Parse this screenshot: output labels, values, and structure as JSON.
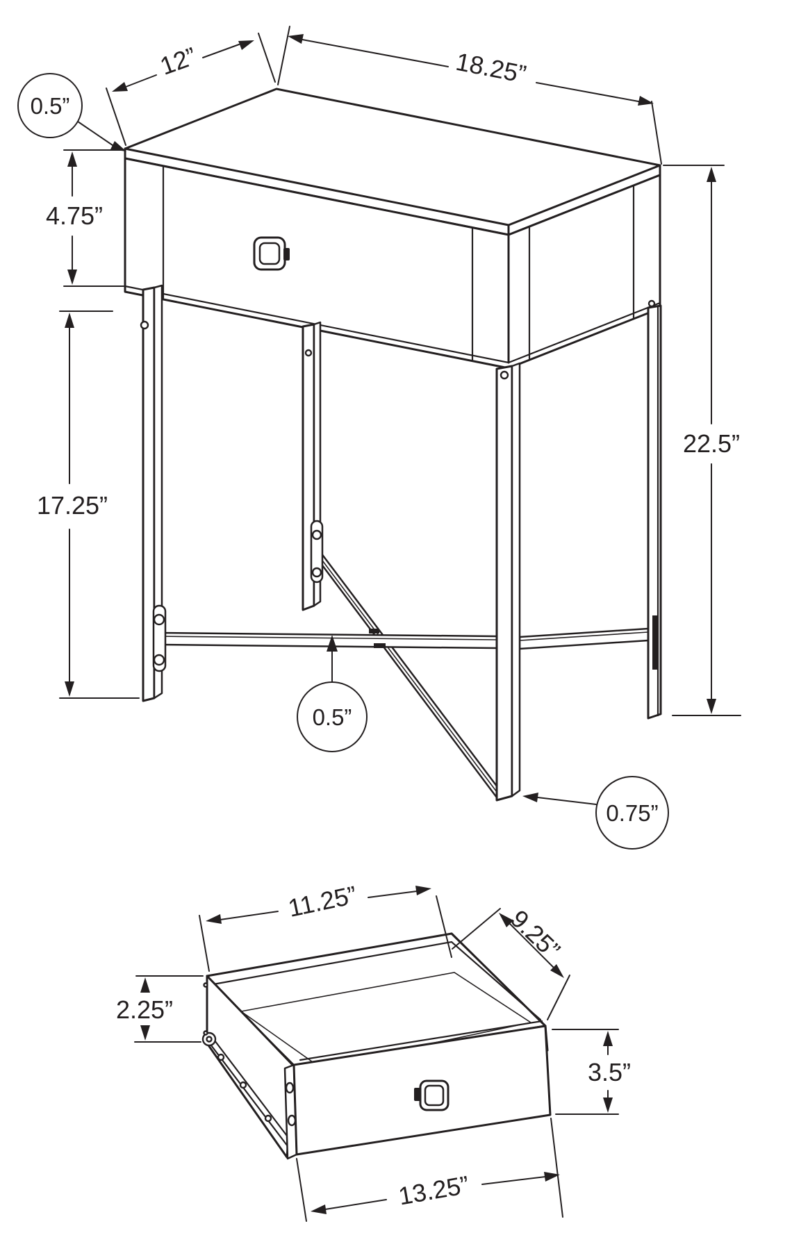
{
  "colors": {
    "line": "#231f20",
    "background": "#ffffff"
  },
  "table_figure": {
    "callouts": {
      "top_thickness": "0.5”",
      "stretcher_thickness": "0.5”",
      "leg_thickness": "0.75”"
    },
    "dimensions": {
      "top_depth": "12”",
      "top_width": "18.25”",
      "drawer_section_height": "4.75”",
      "leg_length": "17.25”",
      "overall_height": "22.5”"
    }
  },
  "drawer_figure": {
    "dimensions": {
      "inner_width": "11.25”",
      "inner_depth": "9.25”",
      "side_height": "2.25”",
      "front_height": "3.5”",
      "front_width": "13.25”"
    }
  }
}
